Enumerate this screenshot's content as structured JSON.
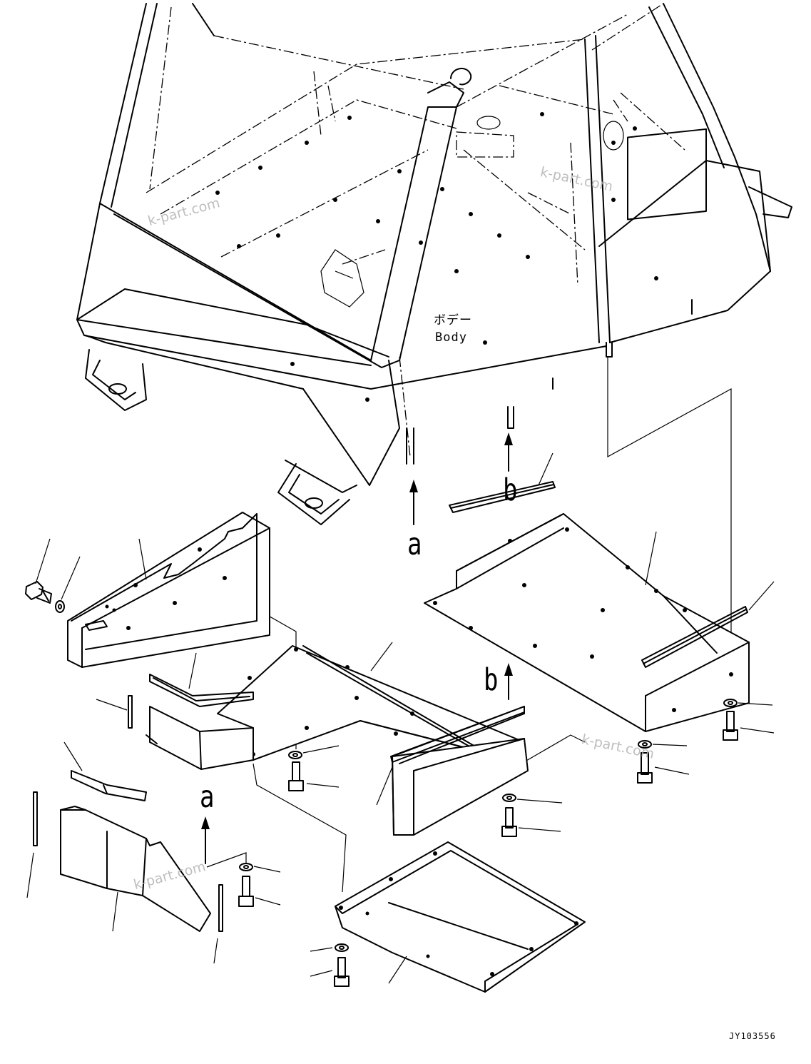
{
  "labels": {
    "body_jp": "ボデー",
    "body_en": "Body",
    "ref_a": "a",
    "ref_b": "b",
    "drawing_code": "JY103556"
  },
  "watermark": {
    "text": "k-part.com",
    "color": "#b3b3b3"
  },
  "colors": {
    "line": "#000000",
    "background": "#ffffff"
  }
}
